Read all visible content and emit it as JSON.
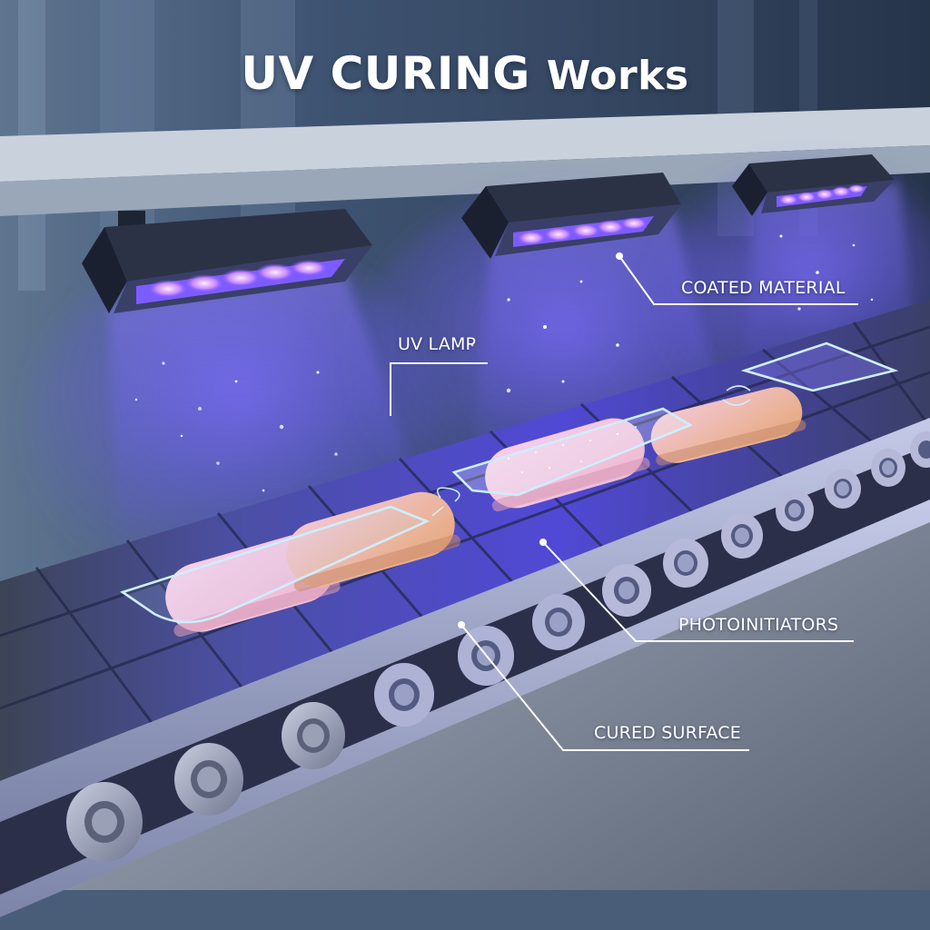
{
  "title": {
    "main": "UV CURING",
    "suffix": "Works"
  },
  "labels": {
    "coated_material": "COATED MATERIAL",
    "uv_lamp": "UV LAMP",
    "photoinitiators": "PHOTOINITIATORS",
    "cured_surface": "CURED SURFACE"
  },
  "scene": {
    "lamp_count": 3,
    "leds_per_lamp": 5,
    "conveyor_items": 4,
    "roller_count": 14
  },
  "colors": {
    "background_dark": "#2f3f57",
    "background_mid": "#4b6078",
    "uv_glow": "#6a5cff",
    "led_core": "#f0d8ff",
    "belt": "#3a3f6e",
    "item_pink": "#f2c6e0",
    "item_peach": "#e9b48c",
    "outline_cyan": "#bfeaff",
    "label_text": "#ffffff"
  }
}
